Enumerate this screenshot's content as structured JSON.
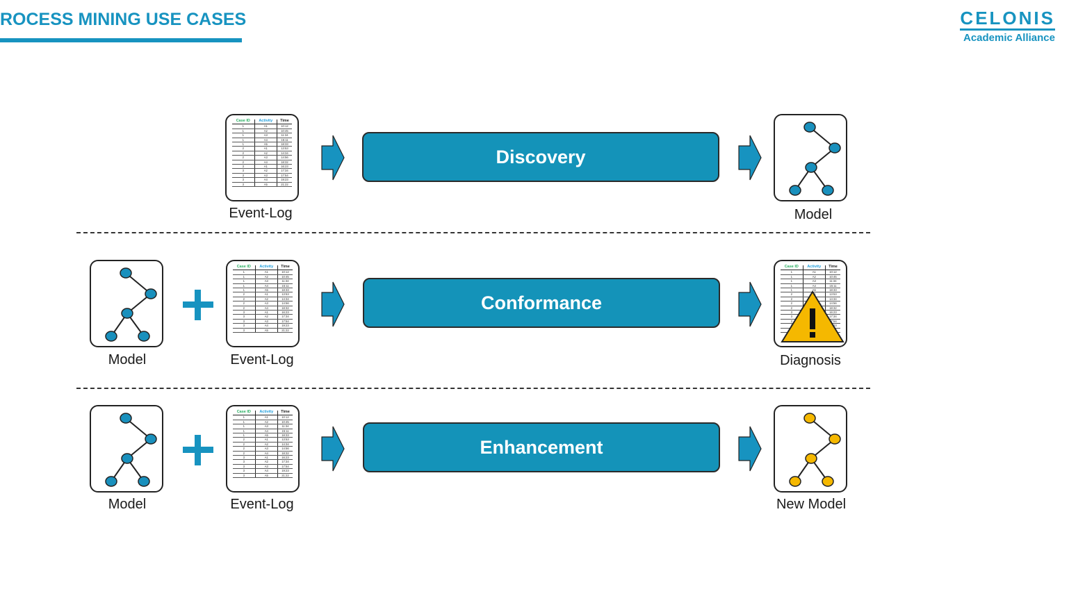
{
  "header": {
    "title": "ROCESS MINING USE CASES",
    "brand_name": "CELONIS",
    "brand_sub": "Academic Alliance"
  },
  "event_log": {
    "columns": [
      "Case ID",
      "Activity",
      "Time"
    ],
    "rows": [
      [
        "1",
        "A1",
        "10:12"
      ],
      [
        "1",
        "A2",
        "10:45"
      ],
      [
        "1",
        "A3",
        "11:34"
      ],
      [
        "1",
        "A4",
        "15:11"
      ],
      [
        "1",
        "A5",
        "18:33"
      ],
      [
        "2",
        "A1",
        "13:53"
      ],
      [
        "2",
        "A2",
        "14:34"
      ],
      [
        "2",
        "A3",
        "14:56"
      ],
      [
        "2",
        "A4",
        "18:32"
      ],
      [
        "3",
        "A1",
        "16:23"
      ],
      [
        "3",
        "A2",
        "17:34"
      ],
      [
        "3",
        "A3",
        "17:54"
      ],
      [
        "3",
        "A4",
        "19:23"
      ],
      [
        "3",
        "A5",
        "21:22"
      ]
    ]
  },
  "rows": {
    "discovery": {
      "input_label": "Event-Log",
      "process_label": "Discovery",
      "output_label": "Model"
    },
    "conformance": {
      "model_label": "Model",
      "log_label": "Event-Log",
      "process_label": "Conformance",
      "output_label": "Diagnosis"
    },
    "enhancement": {
      "model_label": "Model",
      "log_label": "Event-Log",
      "process_label": "Enhancement",
      "output_label": "New Model"
    }
  },
  "colors": {
    "accent": "#1793c0",
    "process_fill": "#1493b9",
    "node_blue": "#1990bd",
    "node_yellow": "#f5b800",
    "warning": "#f5b800"
  }
}
